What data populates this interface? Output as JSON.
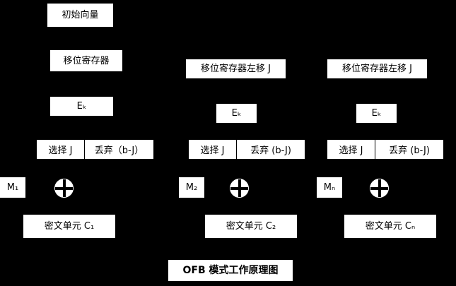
{
  "title": "OFB 模式工作原理图",
  "colors": {
    "background": "#000000",
    "box_background": "#ffffff",
    "box_text": "#000000"
  },
  "columns": [
    {
      "iv": "初始向量",
      "register": "移位寄存器",
      "cipher": "Eₖ",
      "select": "选择 J",
      "discard": "丢弃（b-J）",
      "message": "M₁",
      "ciphertext": "密文单元 C₁"
    },
    {
      "register": "移位寄存器左移 J",
      "cipher": "Eₖ",
      "select": "选择 J",
      "discard": "丢弃 (b-J)",
      "message": "M₂",
      "ciphertext": "密文单元 C₂"
    },
    {
      "register": "移位寄存器左移 J",
      "cipher": "Eₖ",
      "select": "选择 J",
      "discard": "丢弃 (b-J)",
      "message": "Mₙ",
      "ciphertext": "密文单元 Cₙ"
    }
  ]
}
